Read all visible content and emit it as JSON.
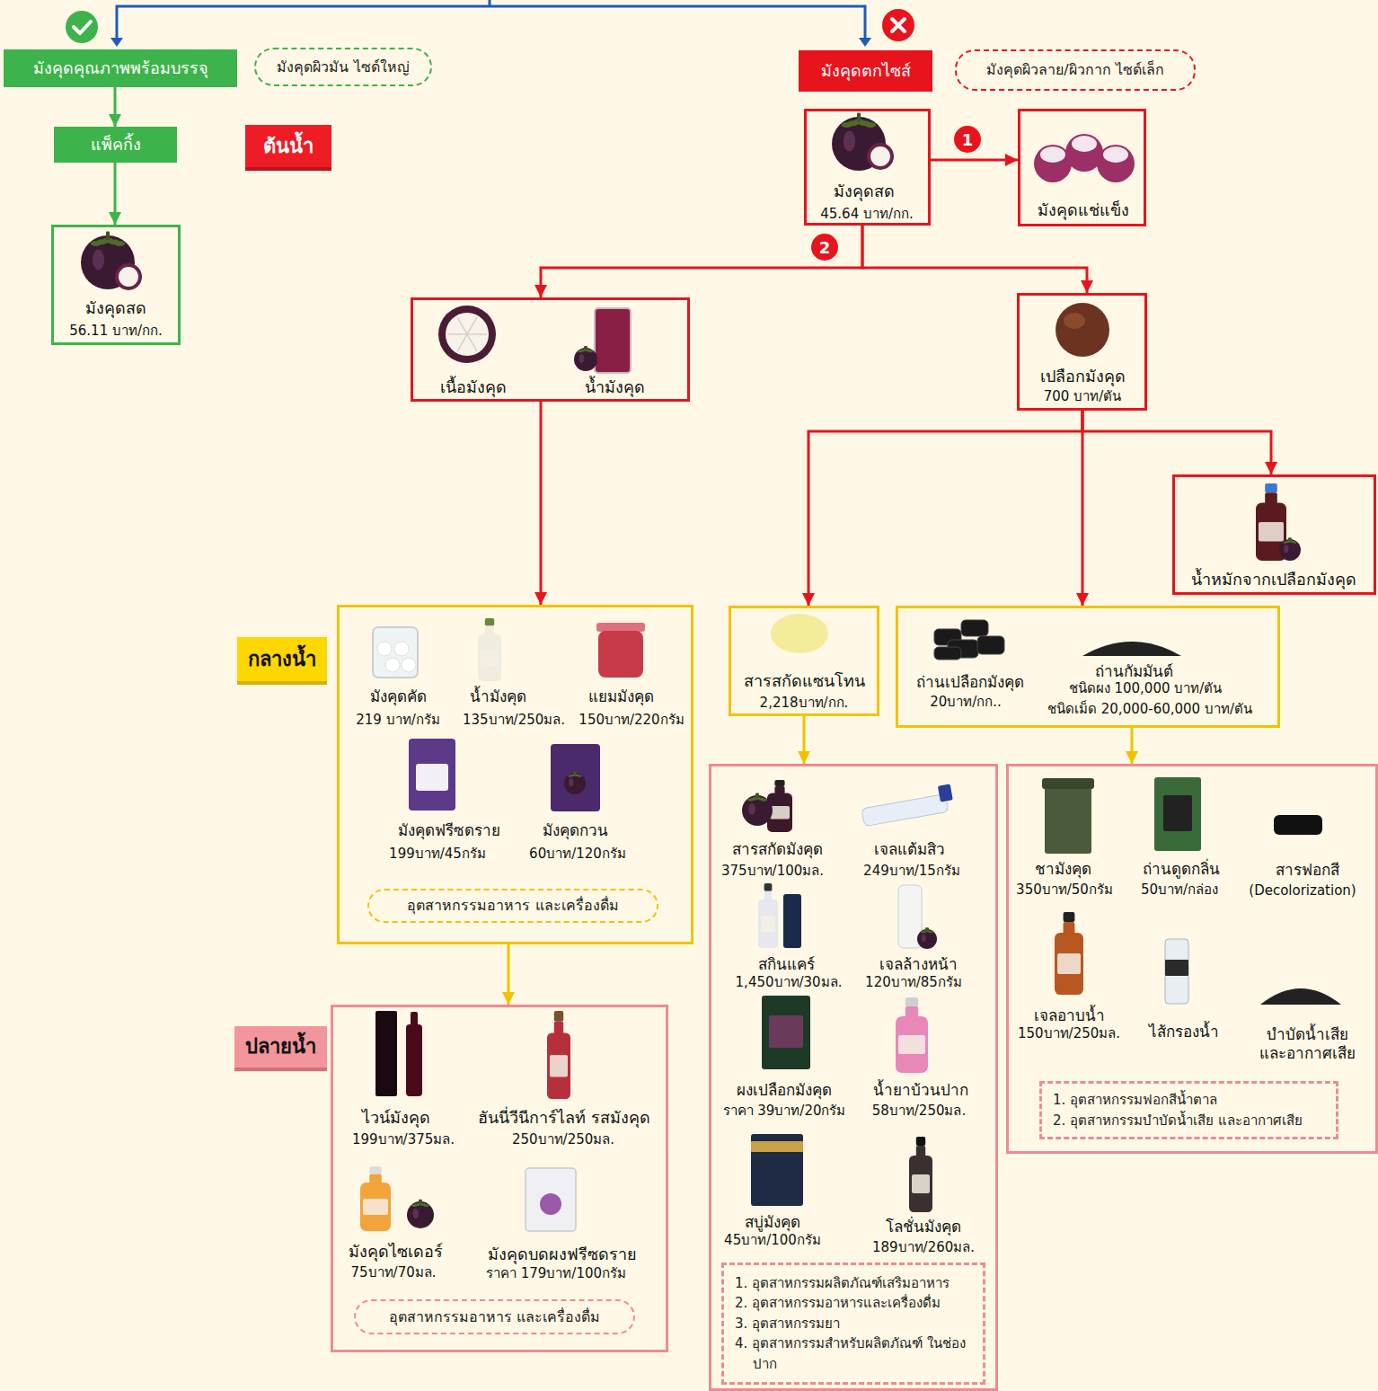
{
  "diagram": {
    "nodes": [
      {
        "text": [
          "มังคุดคุณภาพพร้อมบรรจุ"
        ]
      },
      {
        "text": [
          "มังคุดผิวมัน ไซด์ใหญ่"
        ]
      },
      {
        "text": [
          "แพ็คกิ้ง"
        ]
      },
      {
        "text": [
          "ต้นน้ำ"
        ]
      },
      {
        "text": [
          "มังคุดสด",
          "56.11 บาท/กก."
        ]
      },
      {
        "text": [
          "มังคุดตกไซส์"
        ]
      },
      {
        "text": [
          "มังคุดผิวลาย/ผิวกาก ไซด์เล็ก"
        ]
      },
      {
        "text": [
          "มังคุดสด",
          "45.64 บาท/กก."
        ]
      },
      {
        "text": [
          "มังคุดแช่แข็ง"
        ]
      },
      {
        "text": [
          "เนื้อมังคุด",
          "น้ำมังคุด"
        ]
      },
      {
        "text": [
          "เปลือกมังคุด",
          "700 บาท/ตัน"
        ]
      },
      {
        "text": [
          "น้ำหมักจากเปลือกมังคุด"
        ]
      },
      {
        "text": [
          "กลางน้ำ"
        ]
      },
      {
        "text": [
          "มังคุดคัด",
          "219 บาท/กรัม",
          "น้ำมังคุด",
          "135บาท/250มล.",
          "แยมมังคุด",
          "150บาท/220กรัม",
          "มังคุดฟรีซดราย",
          "199บาท/45กรัม",
          "มังคุดกวน",
          "60บาท/120กรัม"
        ]
      },
      {
        "text": [
          "อุตสาหกรรมอาหาร และเครื่องดื่ม"
        ],
        "in": 13
      },
      {
        "text": [
          "สารสกัดแซนโทน",
          "2,218บาท/กก."
        ]
      },
      {
        "text": [
          "ถ่านเปลือกมังคุด",
          "20บาท/กก..",
          "ถ่านกัมมันต์",
          "ชนิดผง 100,000 บาท/ตัน",
          "ชนิดเม็ด 20,000-60,000 บาท/ตัน"
        ]
      },
      {
        "text": [
          "ปลายน้ำ"
        ]
      },
      {
        "text": [
          "ไวน์มังคุด",
          "199บาท/375มล.",
          "ฮันนี่วีนีการ์ไลท์ รสมังคุด",
          "250บาท/250มล.",
          "มังคุดไซเดอร์",
          "75บาท/70มล.",
          "มังคุดบดผงฟรีซดราย",
          "ราคา 179บาท/100กรัม"
        ]
      },
      {
        "text": [
          "อุตสาหกรรมอาหาร และเครื่องดื่ม"
        ],
        "in": 18
      },
      {
        "text": [
          "สารสกัดมังคุด",
          "375บาท/100มล.",
          "เจลแต้มสิว",
          "249บาท/15กรัม",
          "สกินแคร์",
          "1,450บาท/30มล.",
          "เจลล้างหน้า",
          "120บาท/85กรัม",
          "ผงเปลือกมังคุด",
          "ราคา 39บาท/20กรัม",
          "น้ำยาบ้วนปาก",
          "58บาท/250มล.",
          "สบู่มังคุด",
          "45บาท/100กรัม",
          "โลชั่นมังคุด",
          "189บาท/260มล."
        ]
      },
      {
        "text": [
          "1. อุตสาหกรรมผลิตภัณฑ์เสริมอาหาร",
          "2. อุตสาหกรรมอาหารและเครื่องดื่ม",
          "3. อุตสาหกรรมยา",
          "4. อุตสาหกรรมสำหรับผลิตภัณฑ์ ในช่องปาก"
        ],
        "in": 20
      },
      {
        "text": [
          "ชามังคุด",
          "350บาท/50กรัม",
          "ถ่านดูดกลิ่น",
          "50บาท/กล่อง",
          "สารฟอกสี",
          "(Decolorization)",
          "เจลอาบน้ำ",
          "150บาท/250มล.",
          "ไส้กรองน้ำ",
          "บำบัดน้ำเสีย และอากาศเสีย"
        ]
      },
      {
        "text": [
          "1. อุตสาหกรรมฟอกสีน้ำตาล",
          "2. อุตสาหกรรมบำบัดน้ำเสีย และอากาศเสีย"
        ],
        "in": 22
      }
    ],
    "edges": [
      {
        "from": 0,
        "to": 2,
        "arrow": "to"
      },
      {
        "from": 2,
        "to": 4,
        "arrow": "to"
      },
      {
        "from": 7,
        "to": 8,
        "arrow": "to"
      },
      {
        "from": 7,
        "to": 9,
        "arrow": "to"
      },
      {
        "from": 7,
        "to": 10,
        "arrow": "to"
      },
      {
        "from": 10,
        "to": 15,
        "arrow": "to"
      },
      {
        "from": 10,
        "to": 16,
        "arrow": "to"
      },
      {
        "from": 10,
        "to": 11,
        "arrow": "to"
      },
      {
        "from": 9,
        "to": 13,
        "arrow": "to"
      },
      {
        "from": 13,
        "to": 18,
        "arrow": "to"
      },
      {
        "from": 15,
        "to": 20,
        "arrow": "to"
      },
      {
        "from": 16,
        "to": 22,
        "arrow": "to"
      }
    ],
    "labels": [
      "1",
      "2"
    ]
  }
}
